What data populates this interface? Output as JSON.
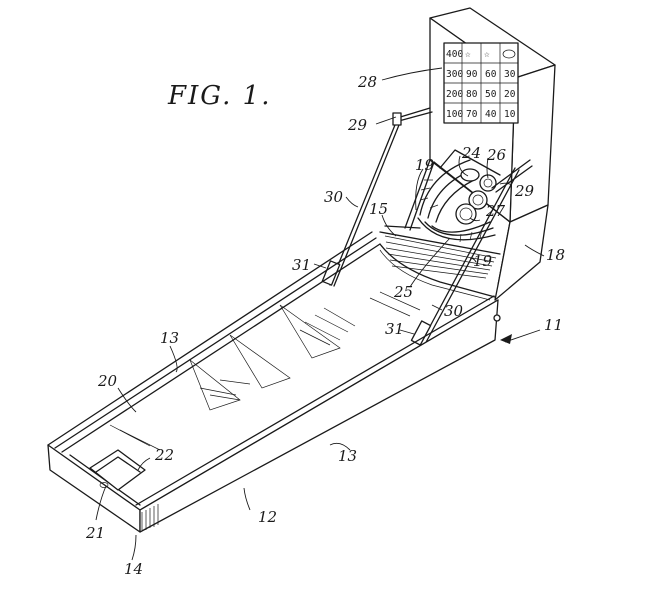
{
  "figure": {
    "title": "FIG. 1."
  },
  "score_panel": {
    "rows": [
      [
        "400",
        "☆",
        "☆",
        ""
      ],
      [
        "300",
        "90",
        "60",
        "30"
      ],
      [
        "200",
        "80",
        "50",
        "20"
      ],
      [
        "100",
        "70",
        "40",
        "10"
      ]
    ]
  },
  "reference_numerals": {
    "r28": "28",
    "r29a": "29",
    "r29b": "29",
    "r24": "24",
    "r26": "26",
    "r19a": "19",
    "r19b": "19",
    "r30a": "30",
    "r30b": "30",
    "r15": "15",
    "r27": "27",
    "r18": "18",
    "r25": "25",
    "r31a": "31",
    "r31b": "31",
    "r11": "11",
    "r13a": "13",
    "r13b": "13",
    "r20": "20",
    "r22": "22",
    "r12": "12",
    "r21": "21",
    "r14": "14"
  }
}
